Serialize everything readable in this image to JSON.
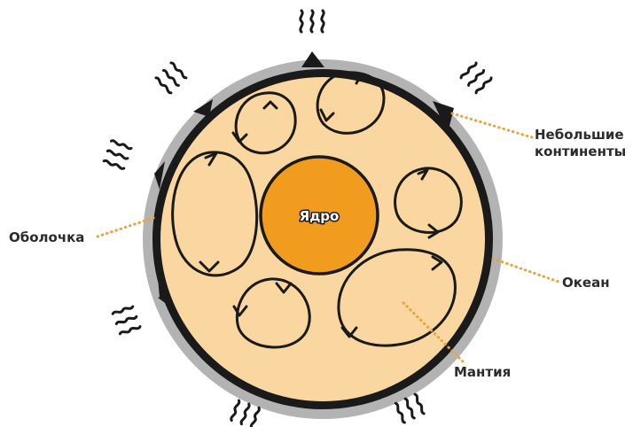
{
  "labels": {
    "core": "Ядро",
    "small_continents_line1": "Небольшие",
    "small_continents_line2": "континенты",
    "crust": "Оболочка",
    "ocean": "Океан",
    "mantle": "Мантия"
  },
  "colors": {
    "mantle_fill": "#fad7a0",
    "core_fill": "#f29c1f",
    "ocean_ring": "#b3b3b3",
    "outline": "#1a1a1a",
    "leader_line": "#e8a33c",
    "text": "#2b2b2b"
  },
  "icons": [
    "convection-cell-arrow",
    "heat-wave-icon",
    "continent-bump"
  ]
}
